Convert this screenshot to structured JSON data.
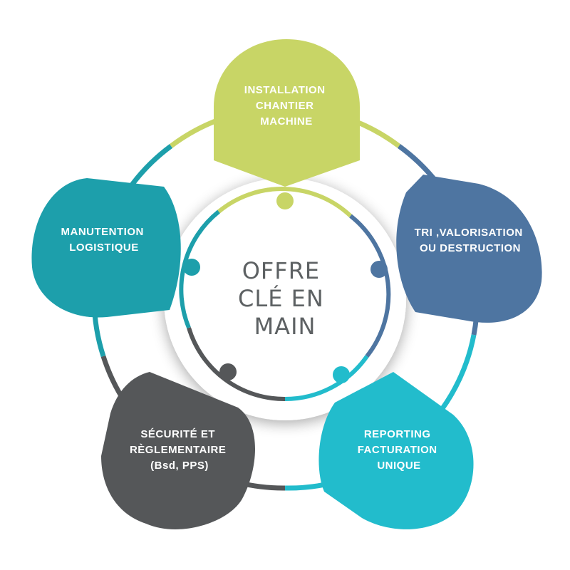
{
  "center": {
    "lines": [
      "OFFRE",
      "CLÉ EN",
      "MAIN"
    ]
  },
  "colors": {
    "lime": "#c8d566",
    "navy": "#4e75a1",
    "cyan": "#22bccc",
    "charcoal": "#555759",
    "teal": "#1d9fab"
  },
  "steps": [
    {
      "id": "installation",
      "color": "lime",
      "lines": [
        "INSTALLATION",
        "CHANTIER",
        "MACHINE"
      ]
    },
    {
      "id": "tri",
      "color": "navy",
      "lines": [
        "TRI ,VALORISATION",
        "OU DESTRUCTION"
      ]
    },
    {
      "id": "reporting",
      "color": "cyan",
      "lines": [
        "REPORTING",
        "FACTURATION",
        "UNIQUE"
      ]
    },
    {
      "id": "securite",
      "color": "charcoal",
      "lines": [
        "SÉCURITÉ ET",
        "RÈGLEMENTAIRE",
        "(Bsd, PPS)"
      ]
    },
    {
      "id": "manutention",
      "color": "teal",
      "lines": [
        "MANUTENTION",
        "LOGISTIQUE"
      ]
    }
  ]
}
